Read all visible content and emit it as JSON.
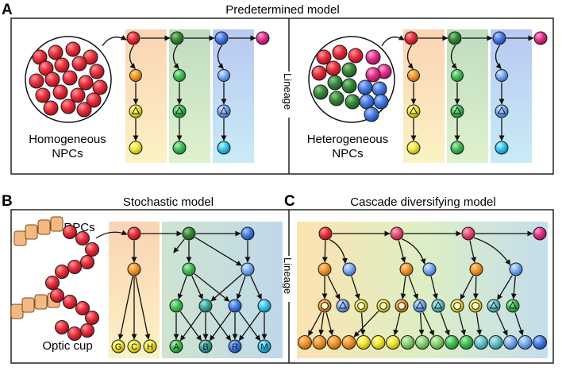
{
  "panels": {
    "a": {
      "letter": "A",
      "title": "Predetermined model",
      "left_caption": [
        "Homogeneous",
        "NPCs"
      ],
      "right_caption": [
        "Heterogeneous",
        "NPCs"
      ],
      "divider_label": "Lineage"
    },
    "b": {
      "letter": "B",
      "title": "Stochastic model",
      "rpcs_label": "RPCs",
      "optic_cup_label": "Optic cup",
      "fate_letters": [
        "G",
        "C",
        "H",
        "A",
        "B",
        "R",
        "M"
      ]
    },
    "c": {
      "letter": "C",
      "title": "Cascade diversifying model",
      "side_label": "Lineage"
    }
  },
  "colors": {
    "red": "#e8323f",
    "orange": "#f39a2e",
    "yellow": "#f2ea3a",
    "green_dark": "#3a8a3c",
    "green": "#45c15a",
    "blue": "#4a7fe6",
    "blue_light": "#7fb0f2",
    "cyan": "#39c7ee",
    "magenta": "#e4338c",
    "teal": "#3aa79e",
    "peach": "#f7c48f"
  }
}
